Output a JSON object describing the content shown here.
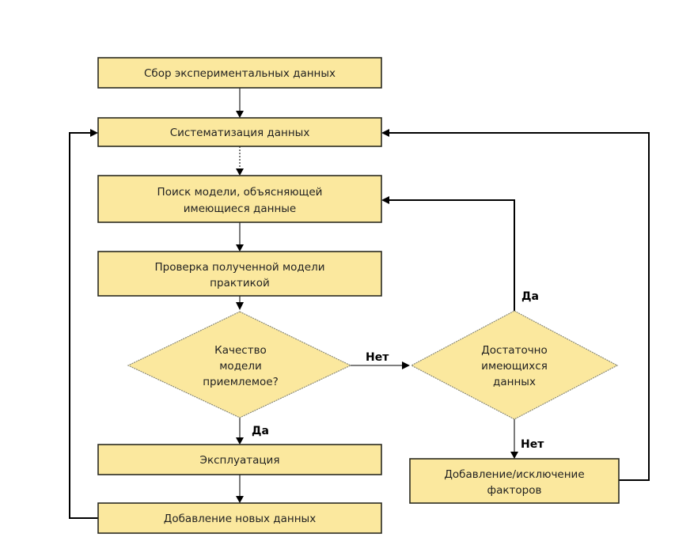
{
  "diagram": {
    "type": "flowchart",
    "colors": {
      "node_fill": "#fbe89e",
      "node_border": "#2a2a20",
      "line": "#000000"
    },
    "nodes": {
      "collect": {
        "lines": [
          "Сбор экспериментальных данных"
        ]
      },
      "systematize": {
        "lines": [
          "Систематизация данных"
        ]
      },
      "search_model": {
        "lines": [
          "Поиск модели, объясняющей",
          "имеющиеся данные"
        ]
      },
      "verify_model": {
        "lines": [
          "Проверка полученной модели",
          "практикой"
        ]
      },
      "quality_ok": {
        "lines": [
          "Качество",
          "модели",
          "приемлемое?"
        ]
      },
      "enough_data": {
        "lines": [
          "Достаточно",
          "имеющихся",
          "данных"
        ]
      },
      "operation": {
        "lines": [
          "Эксплуатация"
        ]
      },
      "add_new_data": {
        "lines": [
          "Добавление новых данных"
        ]
      },
      "add_remove_factors": {
        "lines": [
          "Добавление/исключение",
          "факторов"
        ]
      }
    },
    "edge_labels": {
      "quality_no": "Нет",
      "quality_yes": "Да",
      "enough_yes": "Да",
      "enough_no": "Нет"
    }
  }
}
